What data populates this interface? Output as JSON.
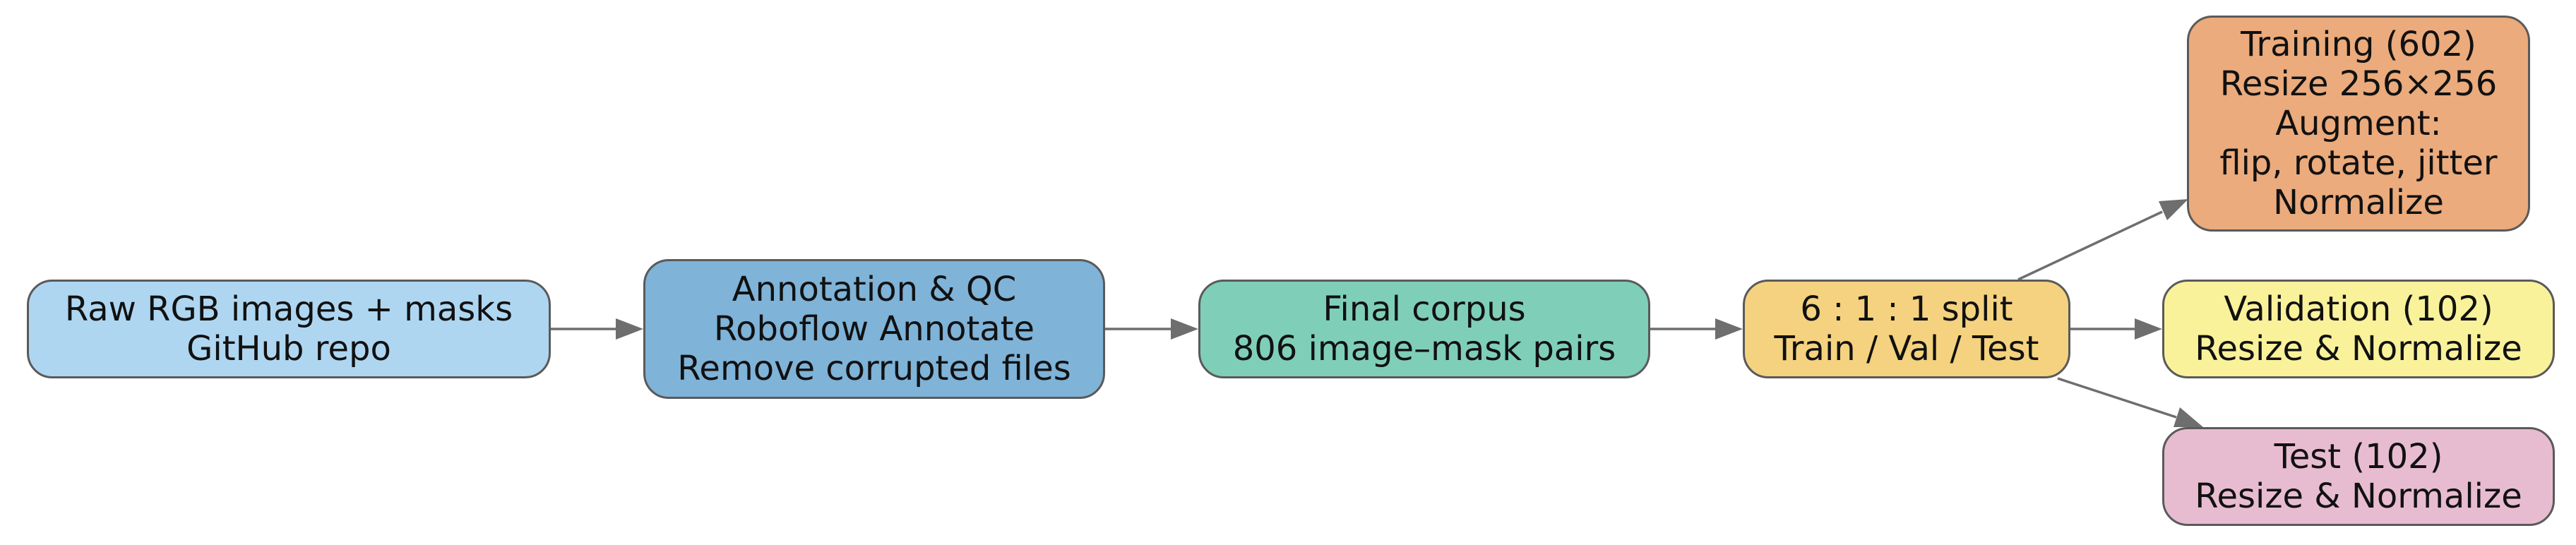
{
  "nodes": {
    "raw": {
      "lines": [
        "Raw RGB images + masks",
        "GitHub repo"
      ],
      "color": "#aed6f1"
    },
    "annotation": {
      "lines": [
        "Annotation & QC",
        "Roboflow Annotate",
        "Remove corrupted files"
      ],
      "color": "#7fb3d8"
    },
    "final": {
      "lines": [
        "Final corpus",
        "806 image–mask pairs"
      ],
      "color": "#7fcfb8"
    },
    "split": {
      "lines": [
        "6 : 1 : 1 split",
        "Train / Val / Test"
      ],
      "color": "#f5d27f"
    },
    "training": {
      "lines": [
        "Training (602)",
        "Resize 256×256",
        "Augment:",
        "flip, rotate, jitter",
        "Normalize"
      ],
      "color": "#ebab7c"
    },
    "validation": {
      "lines": [
        "Validation (102)",
        "Resize & Normalize"
      ],
      "color": "#f9f29b"
    },
    "test": {
      "lines": [
        "Test (102)",
        "Resize & Normalize"
      ],
      "color": "#e8bcd0"
    }
  },
  "edges": [
    {
      "from": "raw",
      "to": "annotation"
    },
    {
      "from": "annotation",
      "to": "final"
    },
    {
      "from": "final",
      "to": "split"
    },
    {
      "from": "split",
      "to": "training"
    },
    {
      "from": "split",
      "to": "validation"
    },
    {
      "from": "split",
      "to": "test"
    }
  ],
  "colors": {
    "border": "#5a5a5a",
    "arrow": "#6e6e6e"
  }
}
